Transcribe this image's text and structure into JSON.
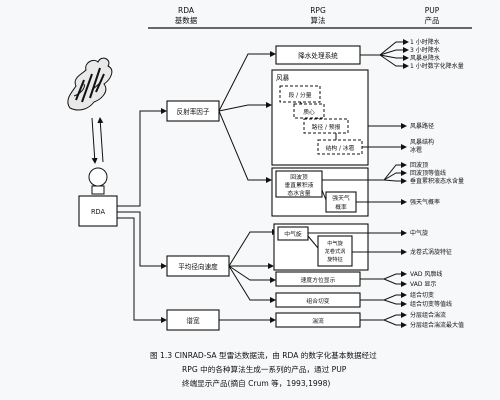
{
  "header": {
    "col_rda": {
      "line1": "RDA",
      "line2": "基数据"
    },
    "col_rpg": {
      "line1": "RPG",
      "line2": "算法"
    },
    "col_pup": {
      "line1": "PUP",
      "line2": "产品"
    }
  },
  "left": {
    "rda_label": "RDA"
  },
  "mid": {
    "reflectivity": "反射率因子",
    "velocity": "平均径向速度",
    "spectrum": "谱宽"
  },
  "rpg": {
    "precip": "降水处理系统",
    "storm": "风暴",
    "identify": "段 / 分量",
    "centroid": "质心",
    "track": "路径 / 预报",
    "structure": "结构 / 冰雹",
    "reflect1": "回波顶",
    "reflect2": "垂直累积液",
    "reflect3": "态水含量",
    "severe1": "强天气",
    "severe2": "概率",
    "meso": "中气旋",
    "tvs1": "中气旋",
    "tvs2": "龙卷式涡",
    "tvs3": "旋特征",
    "vad": "速度方位显示",
    "shear": "组合切变",
    "turb": "湍流"
  },
  "pup": {
    "precip_out": [
      "1 小时降水",
      "3 小时降水",
      "风暴总降水",
      "1 小时数字化降水量"
    ],
    "storm_out": "风暴路径",
    "hail_out": [
      "风暴结构",
      "冰雹"
    ],
    "reflect_out": [
      "回波顶",
      "回波顶等值线",
      "垂直累积液态水含量"
    ],
    "severe_out": "强天气概率",
    "meso_out": "中气旋",
    "tvs_out": "龙卷式涡旋特征",
    "vad_out": [
      "VAD 风廓线",
      "VAD 显示"
    ],
    "shear_out": [
      "组合切变",
      "组合切变等值线"
    ],
    "turb_out": [
      "分层组合湍流",
      "分层组合湍流最大值"
    ]
  },
  "caption": {
    "line1": "图 1.3   CINRAD-SA 型雷达数据流，由 RDA 的数字化基本数据经过",
    "line2": "RPG 中的各种算法生成一系列的产品，通过 PUP",
    "line3": "终端显示产品(摘自 Crum 等，1993,1998)"
  }
}
